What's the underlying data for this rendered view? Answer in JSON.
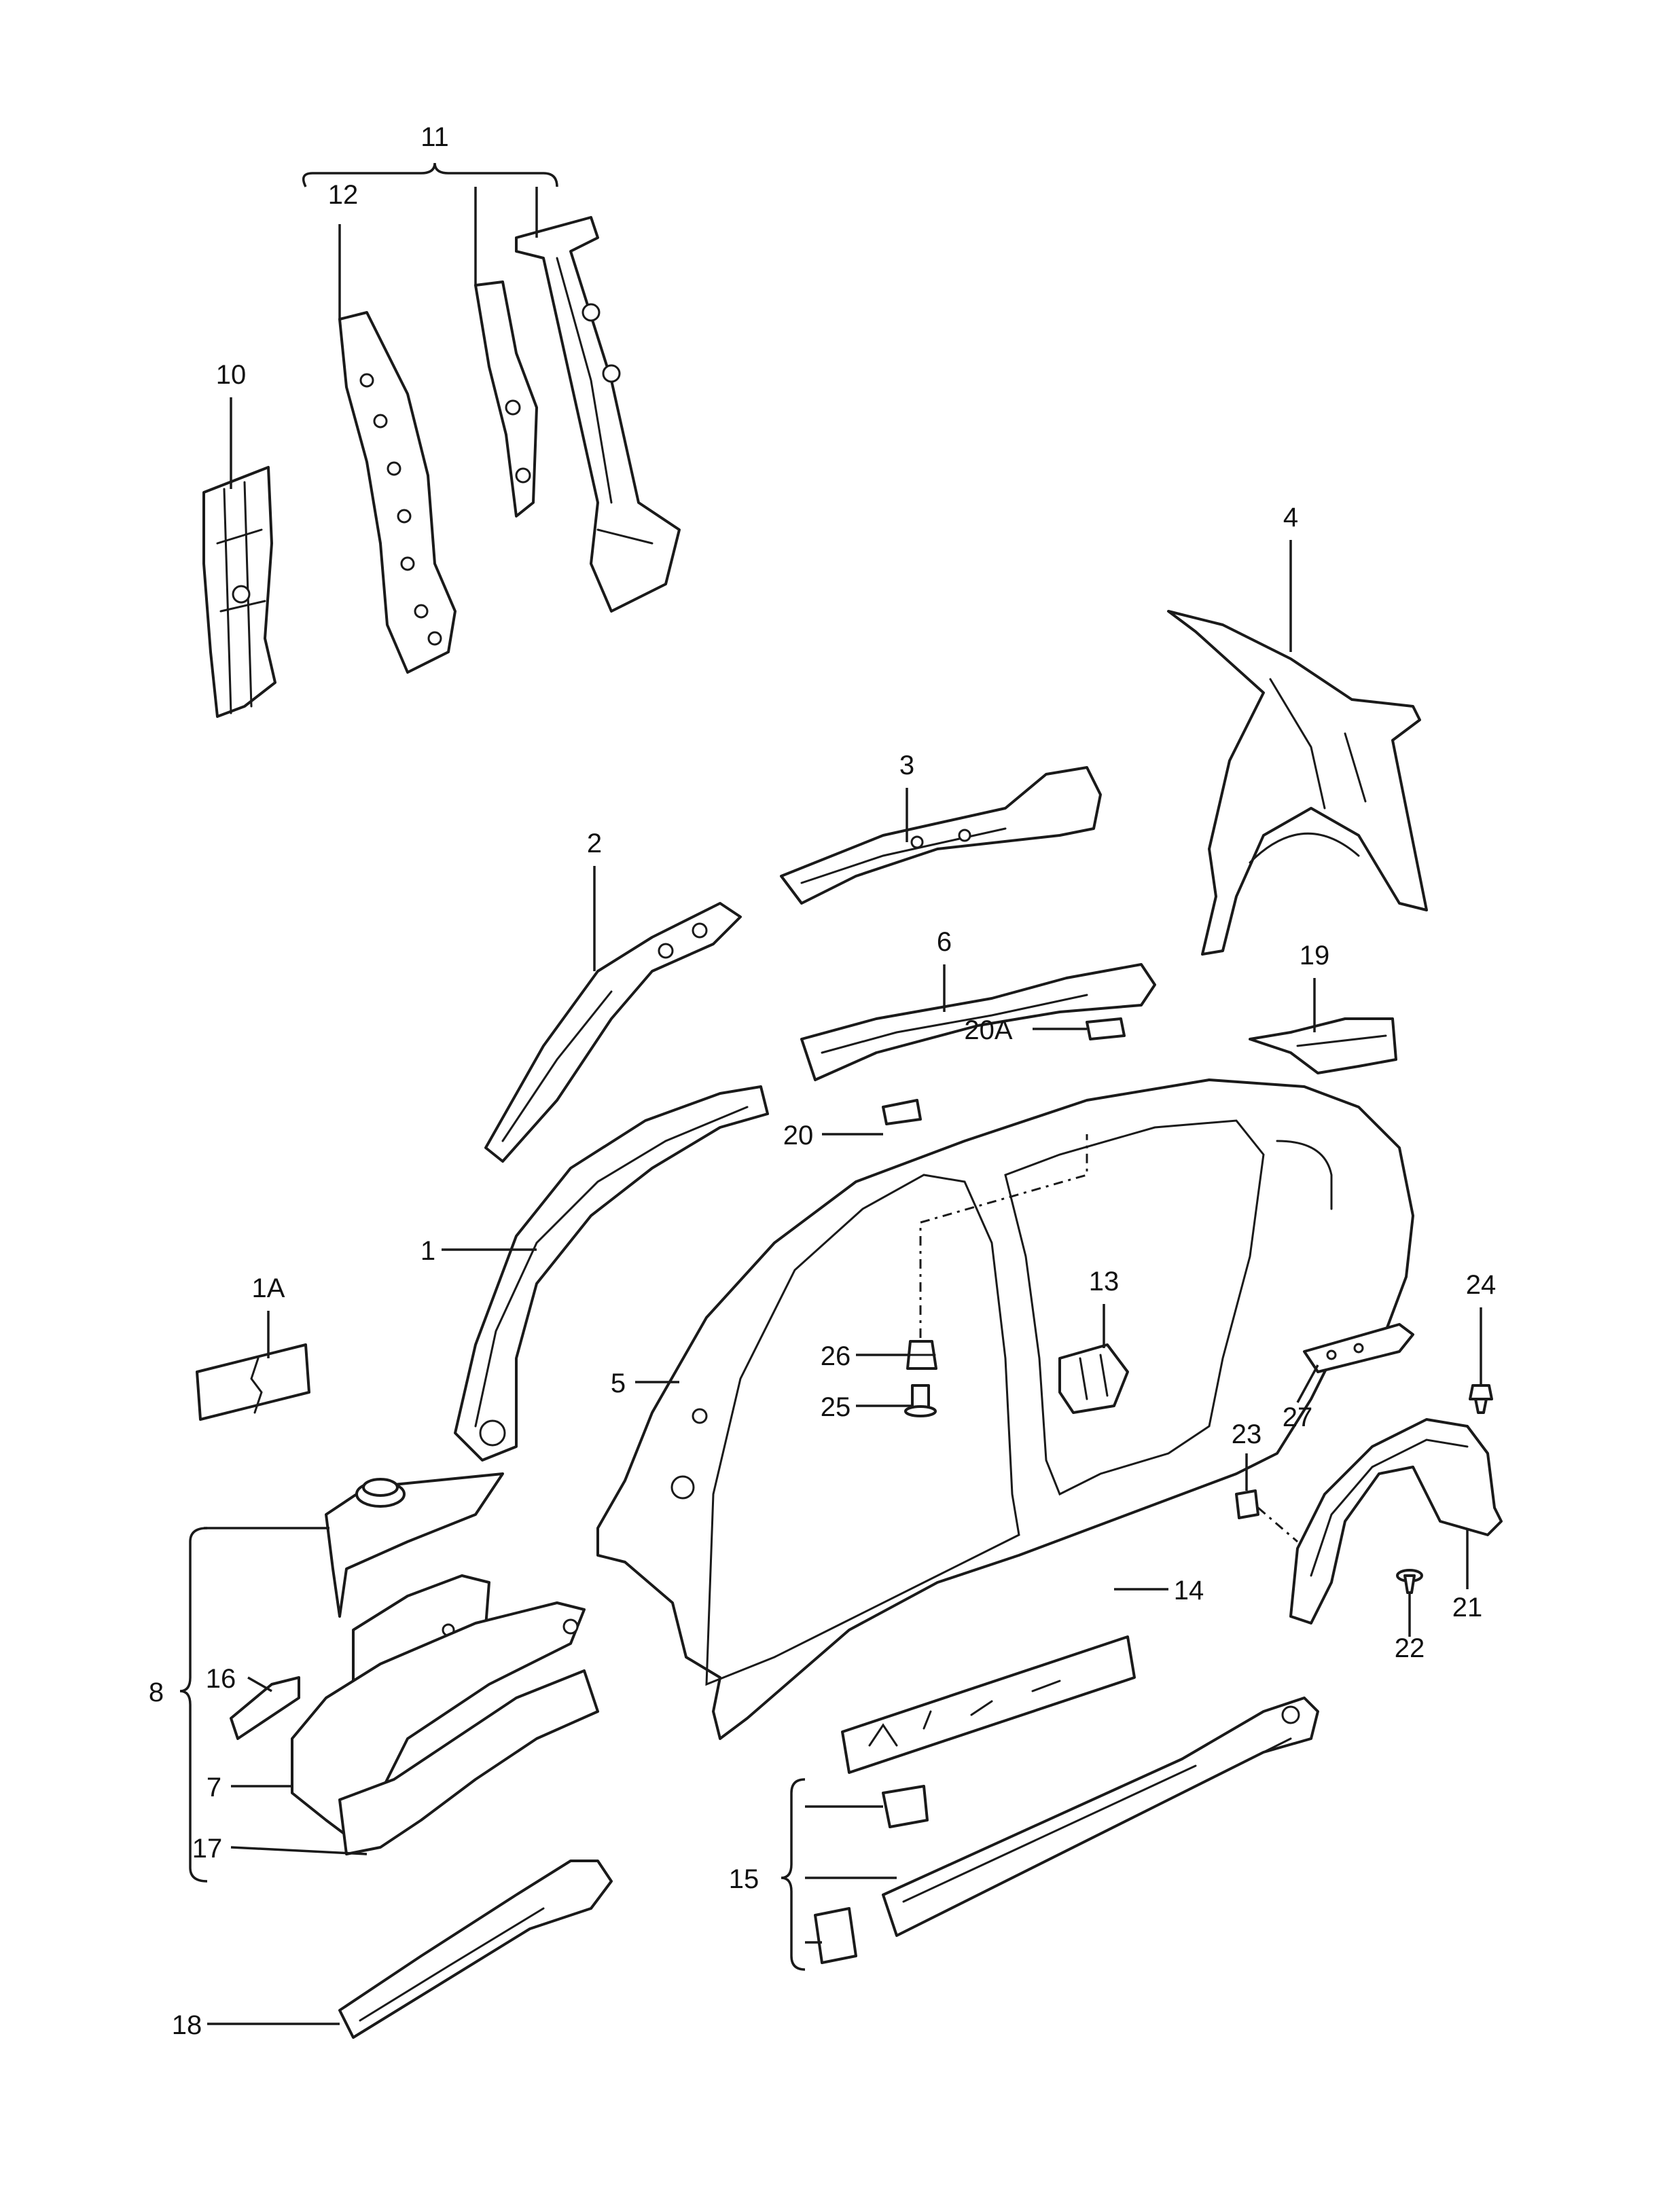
{
  "callouts": {
    "c1": "1",
    "c1A": "1A",
    "c2": "2",
    "c3": "3",
    "c4": "4",
    "c5": "5",
    "c6": "6",
    "c7": "7",
    "c8": "8",
    "c10": "10",
    "c11": "11",
    "c12": "12",
    "c13": "13",
    "c14": "14",
    "c15": "15",
    "c16": "16",
    "c17": "17",
    "c18": "18",
    "c19": "19",
    "c20": "20",
    "c20A": "20A",
    "c21": "21",
    "c22": "22",
    "c23": "23",
    "c24": "24",
    "c25": "25",
    "c26": "26",
    "c27": "27"
  },
  "colors": {
    "ink": "#1a1a1a",
    "paper": "#ffffff"
  }
}
